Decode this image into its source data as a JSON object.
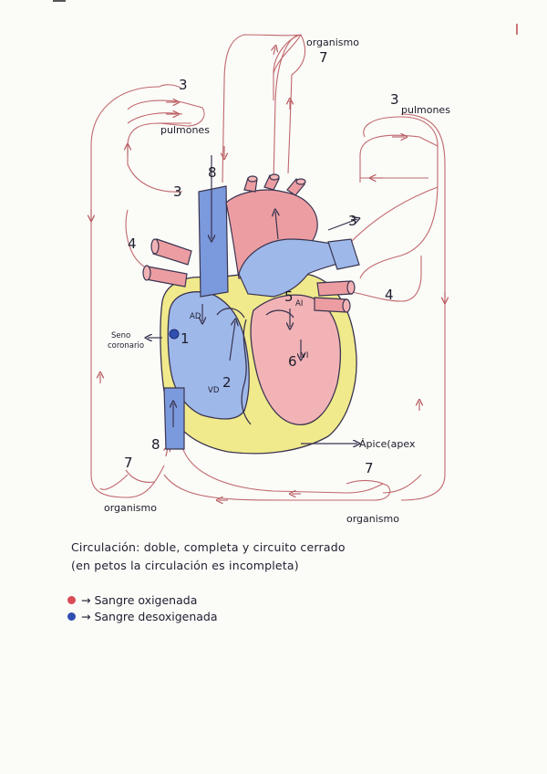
{
  "labels": {
    "organismo_top": "organismo",
    "num_7_top": "7",
    "pulmones_left": "pulmones",
    "num_3_left_top": "3",
    "num_3_left_mid": "3",
    "num_8_top": "8",
    "pulmones_right": "pulmones",
    "num_3_right_top": "3",
    "num_3_right_mid": "3",
    "num_4_left": "4",
    "num_4_right": "4",
    "ad": "AD",
    "num_1": "1",
    "seno_line1": "Seno",
    "seno_line2": "coronario",
    "vd": "VD",
    "num_2": "2",
    "num_5": "5",
    "ai": "AI",
    "num_6": "6",
    "vi": "VI",
    "apice": "Ápice(apex",
    "num_8_bottom": "8",
    "num_7_left": "7",
    "organismo_left": "organismo",
    "num_7_right": "7",
    "organismo_right": "organismo"
  },
  "caption": {
    "line1": "Circulación: doble, completa y circuito cerrado",
    "line2": "(en petos la circulación es incompleta)"
  },
  "legend": {
    "oxygenated": "→ Sangre oxigenada",
    "deoxygenated": "→ Sangre desoxigenada"
  },
  "colors": {
    "oxygenated": "#d94b55",
    "deoxygenated": "#2f4fb0",
    "vessel_red": "#c9656a",
    "heart_red": "#f2b3b6",
    "heart_blue": "#9fb8ea",
    "myocardium": "#f1ea8c",
    "ink": "#3a3550"
  }
}
